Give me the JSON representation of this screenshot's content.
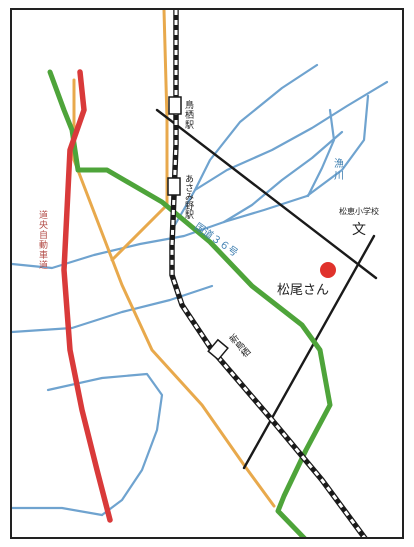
{
  "labels": {
    "station_top": "鳥栖駅",
    "station_mid": "あさみ野駅",
    "station_low": "新鳥栖",
    "route36": "国道３６号",
    "highway": "道央自動車道",
    "river": "漁川",
    "school": "松恵小学校",
    "school_symbol": "文",
    "matsuo": "松尾さん"
  },
  "colors": {
    "highway": "#d93a3a",
    "route36": "#4ea43a",
    "orange_road": "#e8a94c",
    "river": "#6fa3cf",
    "rail": "#1a1a1a",
    "road": "#1a1a1a",
    "marker": "#e0322c",
    "highway_label": "#b24a44",
    "route_label": "#3f7fb0"
  }
}
